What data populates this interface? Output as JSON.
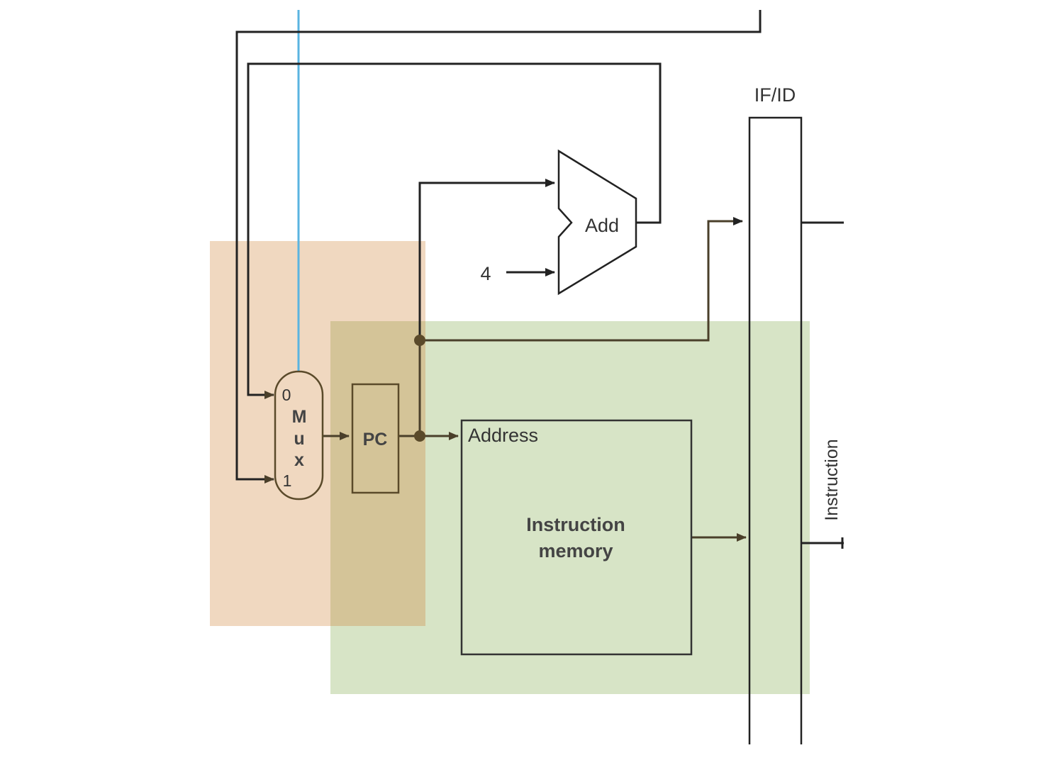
{
  "diagram": {
    "register_label": "IF/ID",
    "adder_label": "Add",
    "constant_label": "4",
    "mux": {
      "letters": [
        "M",
        "u",
        "x"
      ],
      "input0": "0",
      "input1": "1"
    },
    "pc_label": "PC",
    "address_label": "Address",
    "memory_label_line1": "Instruction",
    "memory_label_line2": "memory",
    "instruction_label": "Instruction"
  },
  "colors": {
    "mux_region": "#f0d8c0",
    "memory_region": "#d7e4c6",
    "overlap_region": "#d4c498",
    "control_line": "#5ab4e0",
    "wire": "#222222",
    "wire_dark": "#4a3f2a"
  }
}
